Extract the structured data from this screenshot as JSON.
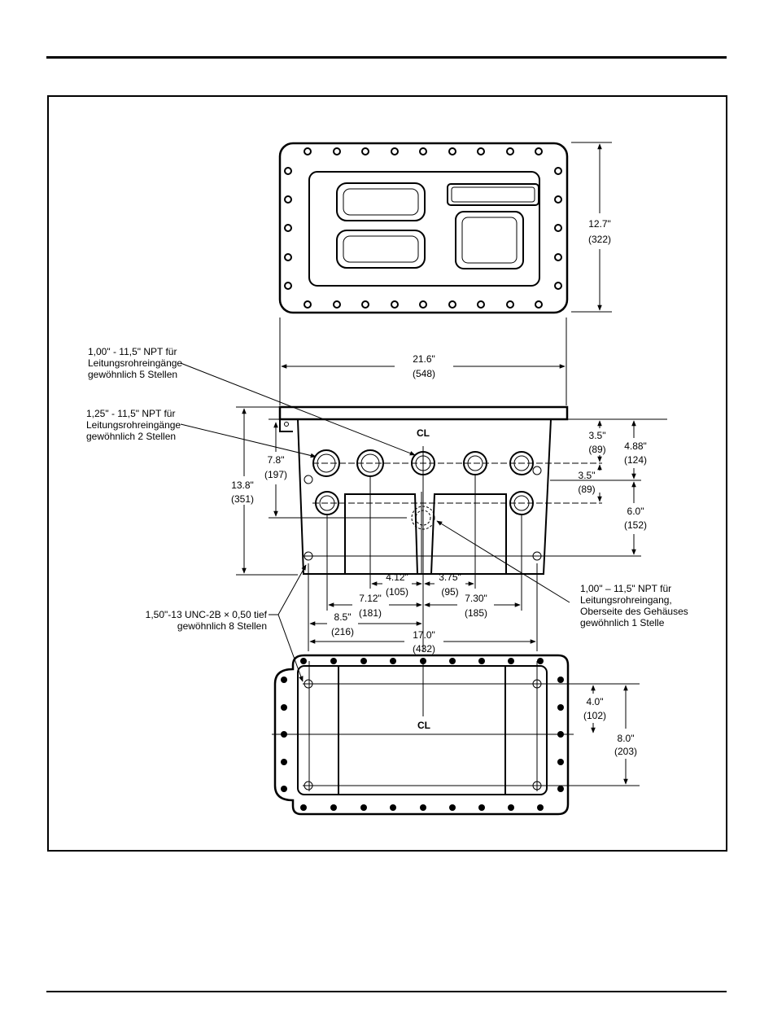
{
  "dimensions": {
    "d12_7": {
      "in": "12.7\"",
      "mm": "(322)"
    },
    "d21_6": {
      "in": "21.6\"",
      "mm": "(548)"
    },
    "d13_8": {
      "in": "13.8\"",
      "mm": "(351)"
    },
    "d7_8": {
      "in": "7.8\"",
      "mm": "(197)"
    },
    "d3_5a": {
      "in": "3.5\"",
      "mm": "(89)"
    },
    "d3_5b": {
      "in": "3.5\"",
      "mm": "(89)"
    },
    "d4_88": {
      "in": "4.88\"",
      "mm": "(124)"
    },
    "d6_0": {
      "in": "6.0\"",
      "mm": "(152)"
    },
    "d4_12": {
      "in": "4.12\"",
      "mm": "(105)"
    },
    "d3_75": {
      "in": "3.75\"",
      "mm": "(95)"
    },
    "d7_12": {
      "in": "7.12\"",
      "mm": "(181)"
    },
    "d7_30": {
      "in": "7.30\"",
      "mm": "(185)"
    },
    "d8_5": {
      "in": "8.5\"",
      "mm": "(216)"
    },
    "d17_0": {
      "in": "17.0\"",
      "mm": "(432)"
    },
    "d4_0": {
      "in": "4.0\"",
      "mm": "(102)"
    },
    "d8_0": {
      "in": "8.0\"",
      "mm": "(203)"
    }
  },
  "callouts": {
    "npt_100_five": [
      "1,00\" - 11,5\" NPT für",
      "Leitungsrohreingänge",
      "gewöhnlich 5 Stellen"
    ],
    "npt_125_two": [
      "1,25\" - 11,5\" NPT für",
      "Leitungsrohreingänge",
      "gewöhnlich 2 Stellen"
    ],
    "unc_holes": [
      "1,50\"-13 UNC-2B × 0,50 tief",
      "gewöhnlich 8 Stellen"
    ],
    "npt_top_one": [
      "1,00\" – 11,5\" NPT für",
      "Leitungsrohreingang,",
      "Oberseite des Gehäuses",
      "gewöhnlich 1 Stelle"
    ]
  },
  "centerline_symbol": "CL"
}
